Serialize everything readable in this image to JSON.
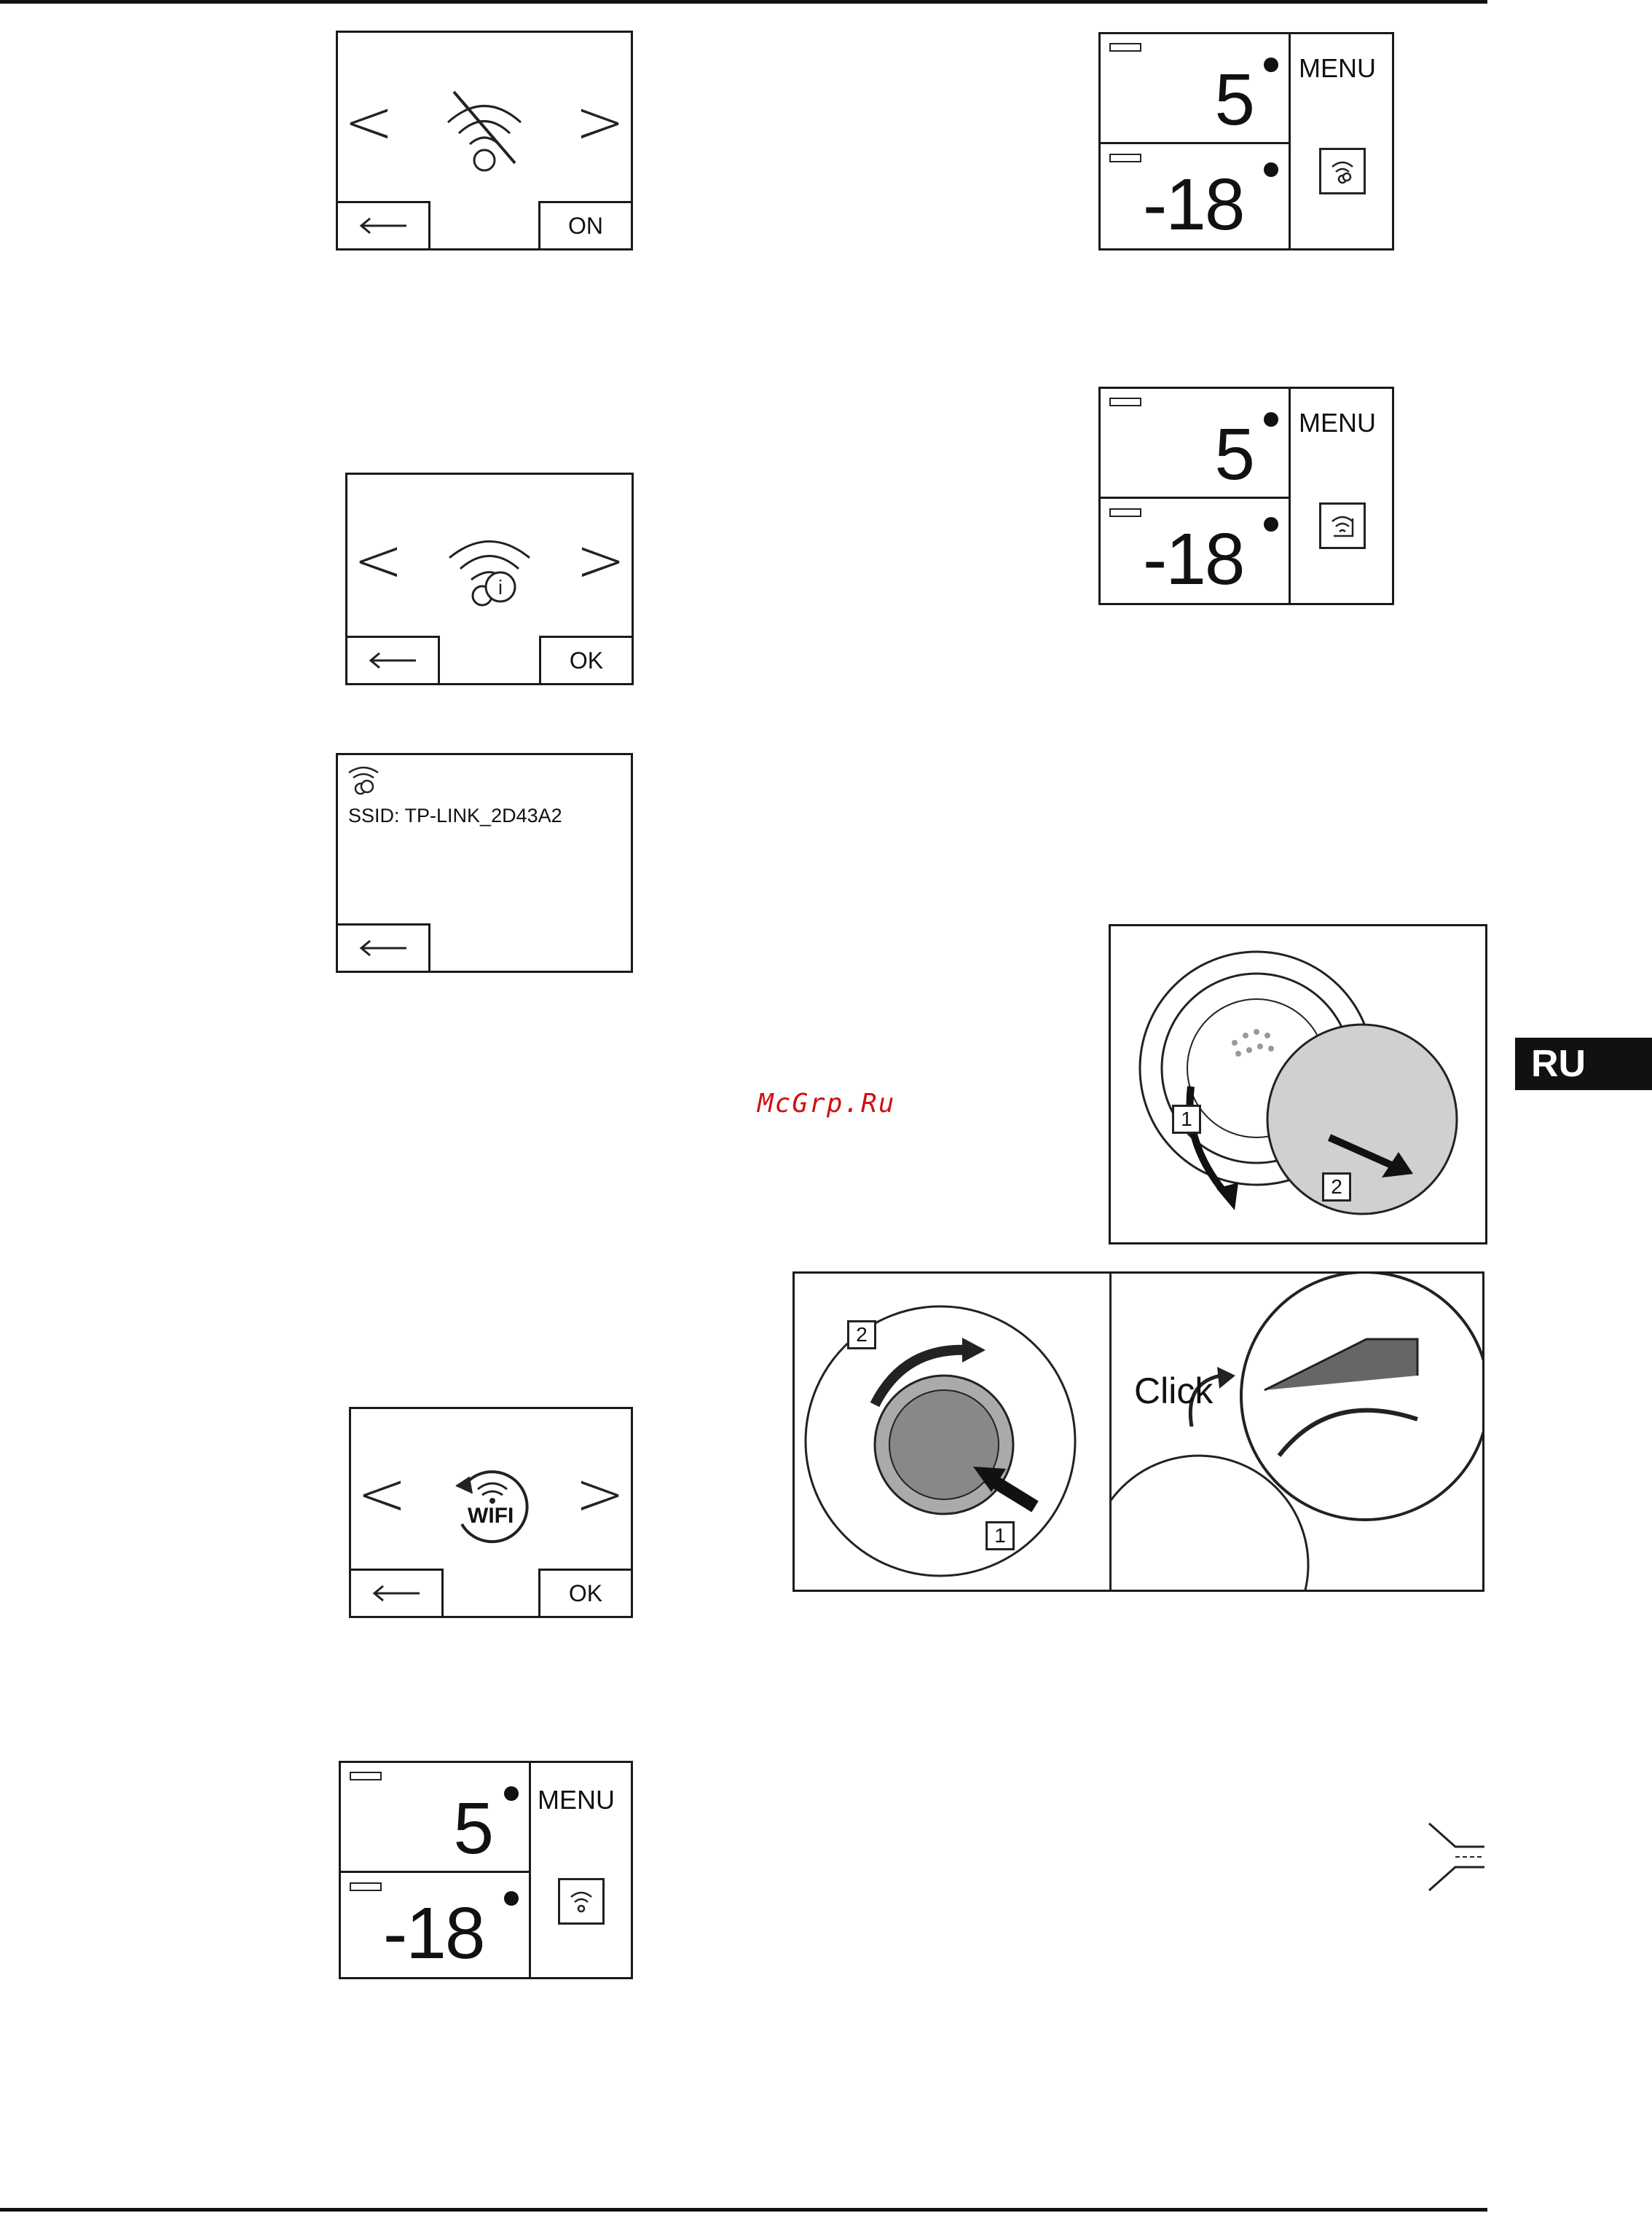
{
  "panel_wifi_off": {
    "right_button": "ON"
  },
  "panel_wifi_info": {
    "right_button": "OK"
  },
  "panel_ssid": {
    "ssid_text": "SSID:  TP-LINK_2D43A2"
  },
  "panel_wifi_setup": {
    "icon_label": "WIFI",
    "right_button": "OK"
  },
  "temp_displays": [
    {
      "fridge_temp": "5",
      "freezer_temp": "-18",
      "menu_label": "MENU"
    },
    {
      "fridge_temp": "5",
      "freezer_temp": "-18",
      "menu_label": "MENU"
    },
    {
      "fridge_temp": "5",
      "freezer_temp": "-18",
      "menu_label": "MENU"
    }
  ],
  "illustrations": {
    "filter_remove": {
      "step1": "1",
      "step2": "2"
    },
    "filter_install": {
      "step1": "1",
      "step2": "2",
      "click_label": "Click"
    }
  },
  "watermark": "McGrp.Ru",
  "language_tab": "RU",
  "icons": [
    "chevron-left-icon",
    "chevron-right-icon",
    "back-arrow-icon",
    "wifi-off-icon",
    "wifi-info-icon",
    "wifi-setup-icon",
    "wifi-icon"
  ]
}
